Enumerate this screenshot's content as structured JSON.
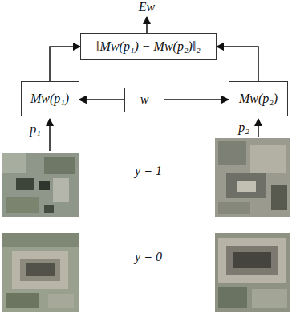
{
  "diagram": {
    "nodes": [
      {
        "text": [
          "‖Mw(p₁) − Mw(p₂)‖₂"
        ]
      },
      {
        "text": [
          "Mw(p₁)"
        ]
      },
      {
        "text": [
          "w"
        ]
      },
      {
        "text": [
          "Mw(p₂)"
        ]
      }
    ],
    "edges": [
      {
        "from": 1,
        "to": 0,
        "arrow": "to"
      },
      {
        "from": 3,
        "to": 0,
        "arrow": "to"
      },
      {
        "from": 2,
        "to": 1,
        "arrow": "to"
      },
      {
        "from": 2,
        "to": 3,
        "arrow": "to"
      }
    ],
    "labels": [
      "Ew",
      "p₁",
      "p₂",
      "y = 1",
      "y = 0"
    ]
  }
}
